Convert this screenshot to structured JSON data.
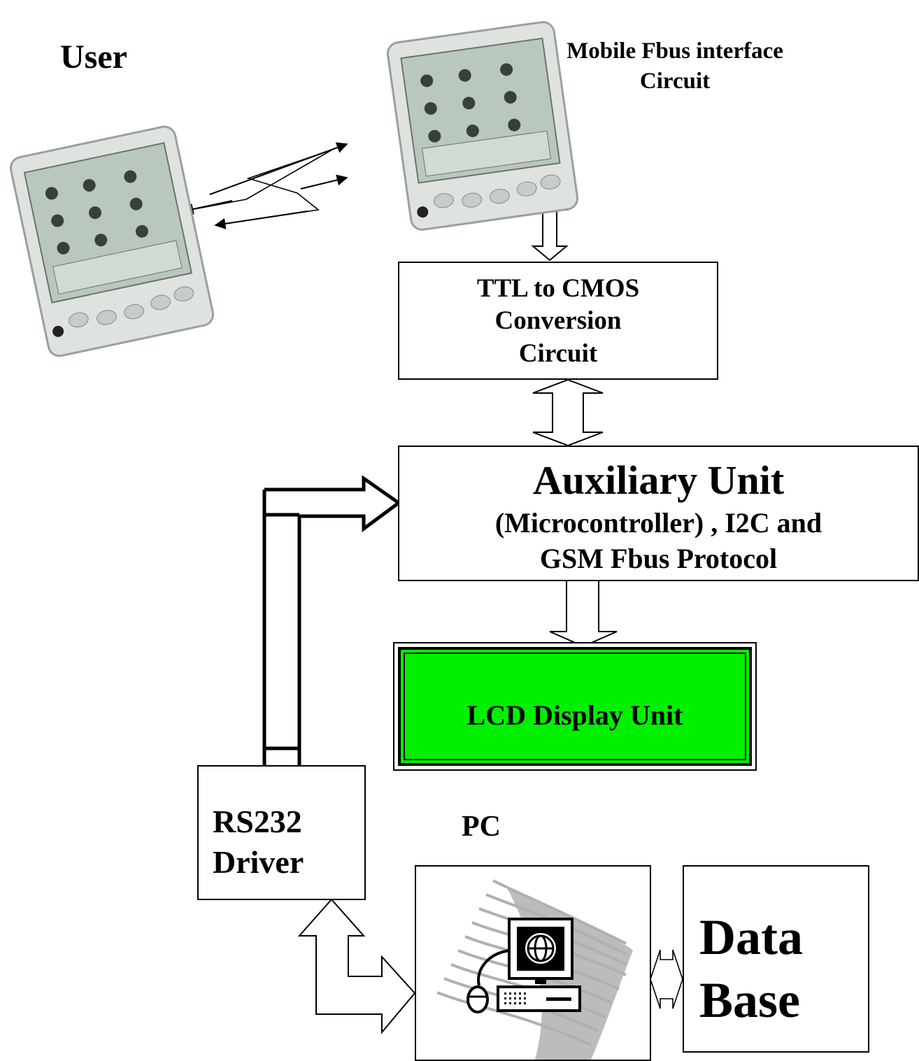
{
  "labels": {
    "user": "User",
    "mobile_fbus": [
      "Mobile Fbus interface",
      "Circuit"
    ],
    "ttl_cmos": [
      "TTL to CMOS",
      "Conversion",
      "Circuit"
    ],
    "aux_title": "Auxiliary Unit",
    "aux_sub": [
      "(Microcontroller) , I2C and",
      "GSM Fbus Protocol"
    ],
    "lcd": "LCD Display Unit",
    "rs232": [
      "RS232",
      "Driver"
    ],
    "pc": "PC",
    "database": [
      "Data",
      "Base"
    ]
  },
  "colors": {
    "lcd_fill": "#00f000",
    "device_body": "#dfe3e0",
    "device_screen": "#b9c8bd",
    "line": "#000000",
    "pc_swoosh": "#b0b0b0"
  },
  "icons": {
    "user_device": "pda-icon",
    "mobile_device": "pda-icon",
    "pc": "computer-globe-icon"
  }
}
